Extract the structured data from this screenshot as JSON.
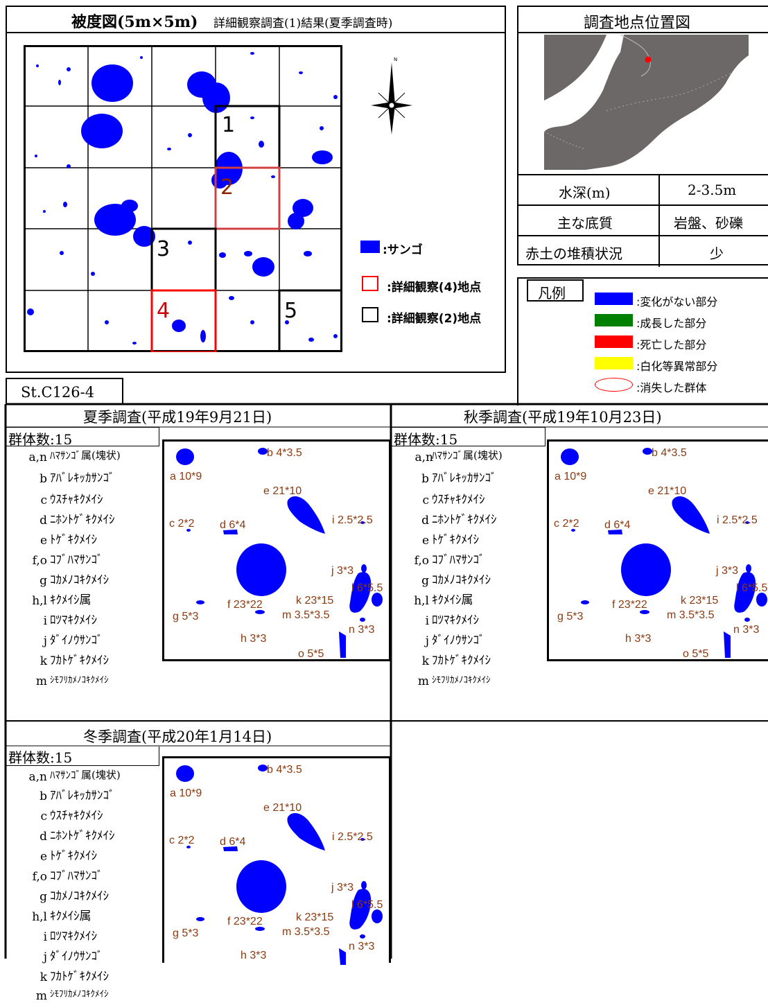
{
  "cover_map": {
    "title_main": "被度図(5m×5m)",
    "title_sub": "詳細観察調査(1)結果(夏季調査時)",
    "quadrat_numbers": [
      "1",
      "2",
      "3",
      "4",
      "5"
    ],
    "compass_label": "N",
    "legend": [
      {
        "label": ":サンゴ",
        "color": "#0000ff"
      },
      {
        "label": ":詳細観察(4)地点",
        "color": "#ff0000"
      },
      {
        "label": ":詳細観察(2)地点",
        "color": "#000000"
      }
    ]
  },
  "location_map": {
    "title": "調査地点位置図"
  },
  "site_info": [
    {
      "label": "水深(m)",
      "value": "2-3.5m"
    },
    {
      "label": "主な底質",
      "value": "岩盤、砂礫"
    },
    {
      "label": "赤土の堆積状況",
      "value": "少"
    }
  ],
  "change_legend": {
    "title": "凡例",
    "items": [
      {
        "label": ":変化がない部分",
        "color": "#0000ff"
      },
      {
        "label": ":成長した部分",
        "color": "#008000"
      },
      {
        "label": ":死亡した部分",
        "color": "#ff0000"
      },
      {
        "label": ":白化等異常部分",
        "color": "#ffff00"
      },
      {
        "label": ":消失した群体",
        "color": "#ff0000"
      }
    ]
  },
  "station": "St.C126-4",
  "surveys": [
    {
      "title": "夏季調査(平成19年9月21日)",
      "count_label": "群体数:15"
    },
    {
      "title": "秋季調査(平成19年10月23日)",
      "count_label": "群体数:15"
    },
    {
      "title": "冬季調査(平成20年1月14日)",
      "count_label": "群体数:15"
    }
  ],
  "species": [
    {
      "code": "a,n",
      "name": "ﾊﾏｻﾝｺﾞ属(塊状)"
    },
    {
      "code": "b",
      "name": "ｱﾊﾞﾚｷｯｶｻﾝｺﾞ"
    },
    {
      "code": "c",
      "name": "ｳｽﾁｬｷｸﾒｲｼ"
    },
    {
      "code": "d",
      "name": "ﾆﾎﾝﾄｹﾞｷｸﾒｲｼ"
    },
    {
      "code": "e",
      "name": "ﾄｹﾞｷｸﾒｲｼ"
    },
    {
      "code": "f,o",
      "name": "ｺﾌﾞﾊﾏｻﾝｺﾞ"
    },
    {
      "code": "g",
      "name": "ｺｶﾒﾉｺｷｸﾒｲｼ"
    },
    {
      "code": "h,l",
      "name": "ｷｸﾒｲｼ属"
    },
    {
      "code": "i",
      "name": "ﾛﾂﾏｷｸﾒｲｼ"
    },
    {
      "code": "j",
      "name": "ﾀﾞｲﾉｳｻﾝｺﾞ"
    },
    {
      "code": "k",
      "name": "ﾌｶﾄｹﾞｷｸﾒｲｼ"
    },
    {
      "code": "m",
      "name": "ｼﾓﾌﾘｶﾒﾉｺｷｸﾒｲｼ"
    }
  ],
  "colony_labels": {
    "a": "a 10*9",
    "b": "b 4*3.5",
    "e": "e 21*10",
    "c": "c 2*2",
    "d": "d 6*4",
    "i": "i 2.5*2.5",
    "j": "j 3*3",
    "l": "l 6*5.5",
    "k": "k 23*15",
    "f": "f 23*22",
    "g": "g 5*3",
    "m": "m 3.5*3.5",
    "n": "n 3*3",
    "h": "h 3*3",
    "o": "o 5*5"
  }
}
